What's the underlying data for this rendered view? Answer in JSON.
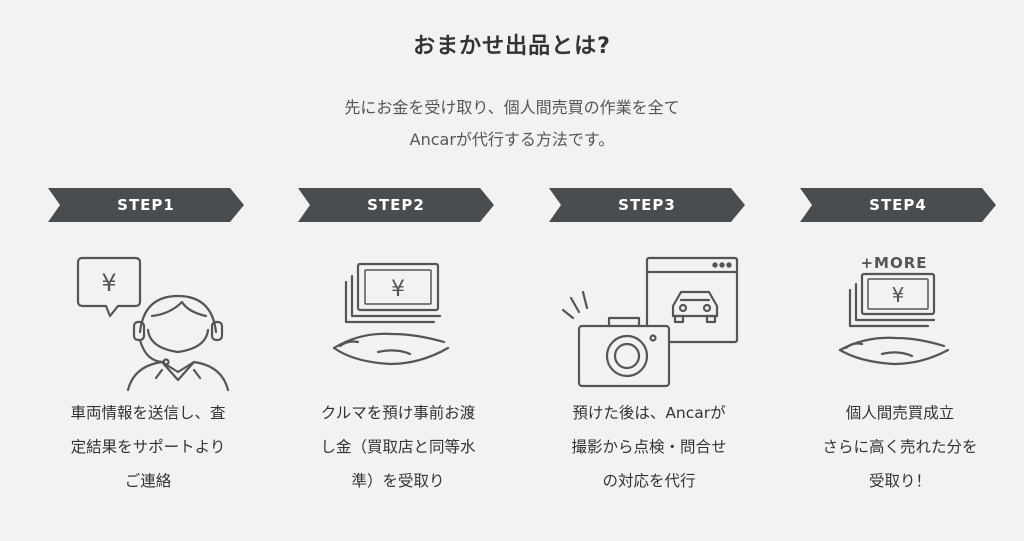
{
  "heading": "おまかせ出品とは?",
  "subtitle": [
    "先にお金を受け取り、個人間売買の作業を全て",
    "Ancarが代行する方法です。"
  ],
  "steps": [
    {
      "label": "STEP1",
      "icon": "operator-yen-icon",
      "desc": [
        "車両情報を送信し、査",
        "定結果をサポートより",
        "ご連絡"
      ]
    },
    {
      "label": "STEP2",
      "icon": "hand-money-icon",
      "desc": [
        "クルマを預け事前お渡",
        "し金（買取店と同等水",
        "準）を受取り"
      ]
    },
    {
      "label": "STEP3",
      "icon": "camera-browser-icon",
      "desc": [
        "預けた後は、Ancarが",
        "撮影から点検・問合せ",
        "の対応を代行"
      ]
    },
    {
      "label": "STEP4",
      "icon": "hand-money-more-icon",
      "more": "+MORE",
      "desc": [
        "個人間売買成立",
        "さらに高く売れた分を",
        "受取り！"
      ]
    }
  ],
  "colors": {
    "background": "#f2f2f2",
    "banner": "#4a4d50",
    "text": "#333333",
    "line": "#555555"
  },
  "yen_symbol": "¥"
}
